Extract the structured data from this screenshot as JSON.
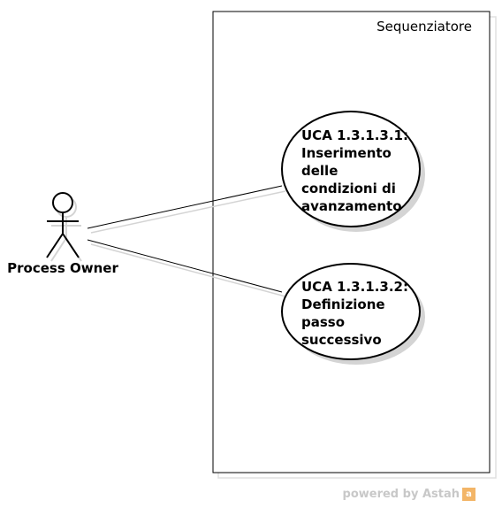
{
  "system": {
    "title": "Sequenziatore"
  },
  "actor": {
    "label": "Process Owner",
    "icon": "stick-figure-icon"
  },
  "use_cases": [
    {
      "lines": [
        "UCA 1.3.1.3.1:",
        "Inserimento",
        "delle",
        "condizioni di",
        "avanzamento"
      ]
    },
    {
      "lines": [
        "UCA 1.3.1.3.2:",
        "Definizione",
        "passo",
        "successivo"
      ]
    }
  ],
  "watermark": {
    "text": "powered by Astah",
    "logo_glyph": "a"
  },
  "colors": {
    "line": "#000000",
    "shadow": "#d4d4d4",
    "fill": "#ffffff",
    "watermark": "#c8c8c8",
    "logo": "#f3b567"
  }
}
